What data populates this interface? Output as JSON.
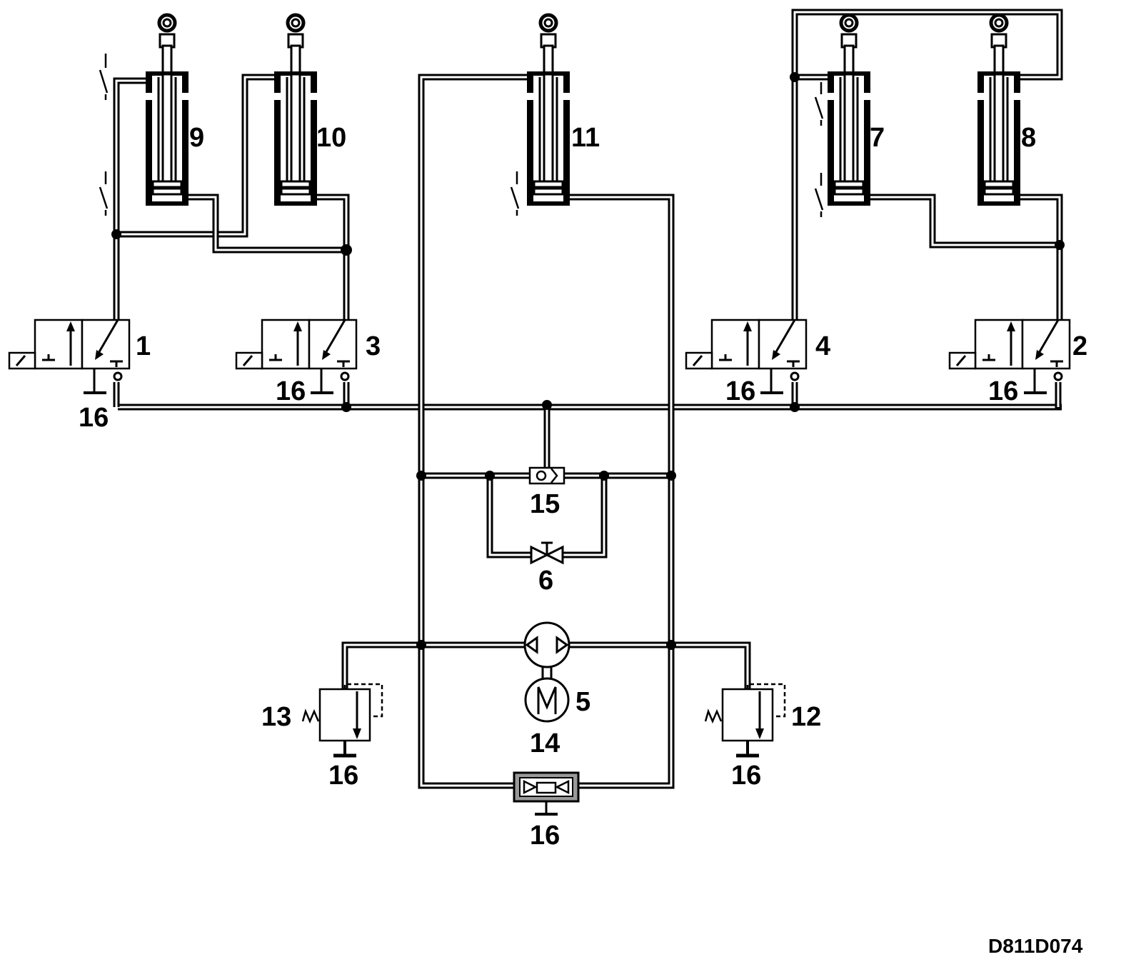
{
  "diagram": {
    "reference_code": "D811D074",
    "component_labels": {
      "valve_1": "1",
      "valve_2": "2",
      "valve_3": "3",
      "valve_4": "4",
      "motor_5": "5",
      "throttle_6": "6",
      "cylinder_7": "7",
      "cylinder_8": "8",
      "cylinder_9": "9",
      "cylinder_10": "10",
      "cylinder_11": "11",
      "relief_12": "12",
      "relief_13": "13",
      "pump_14": "14",
      "check_15": "15",
      "tank": "16"
    }
  }
}
